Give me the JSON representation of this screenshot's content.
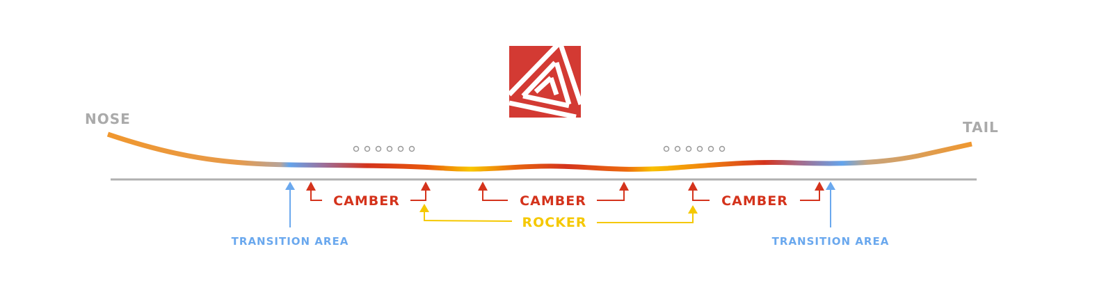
{
  "labels": {
    "nose": "NOSE",
    "tail": "TAIL",
    "camber_1": "CAMBER",
    "camber_2": "CAMBER",
    "camber_3": "CAMBER",
    "rocker": "ROCKER",
    "transition_left": "TRANSITION AREA",
    "transition_right": "TRANSITION AREA"
  },
  "colors": {
    "camber": "#d4331c",
    "rocker": "#f5c800",
    "transition": "#6aa8ee",
    "nose_tail": "#aaaaaa",
    "logo": "#d33a33",
    "baseline": "#b0b0b0"
  }
}
